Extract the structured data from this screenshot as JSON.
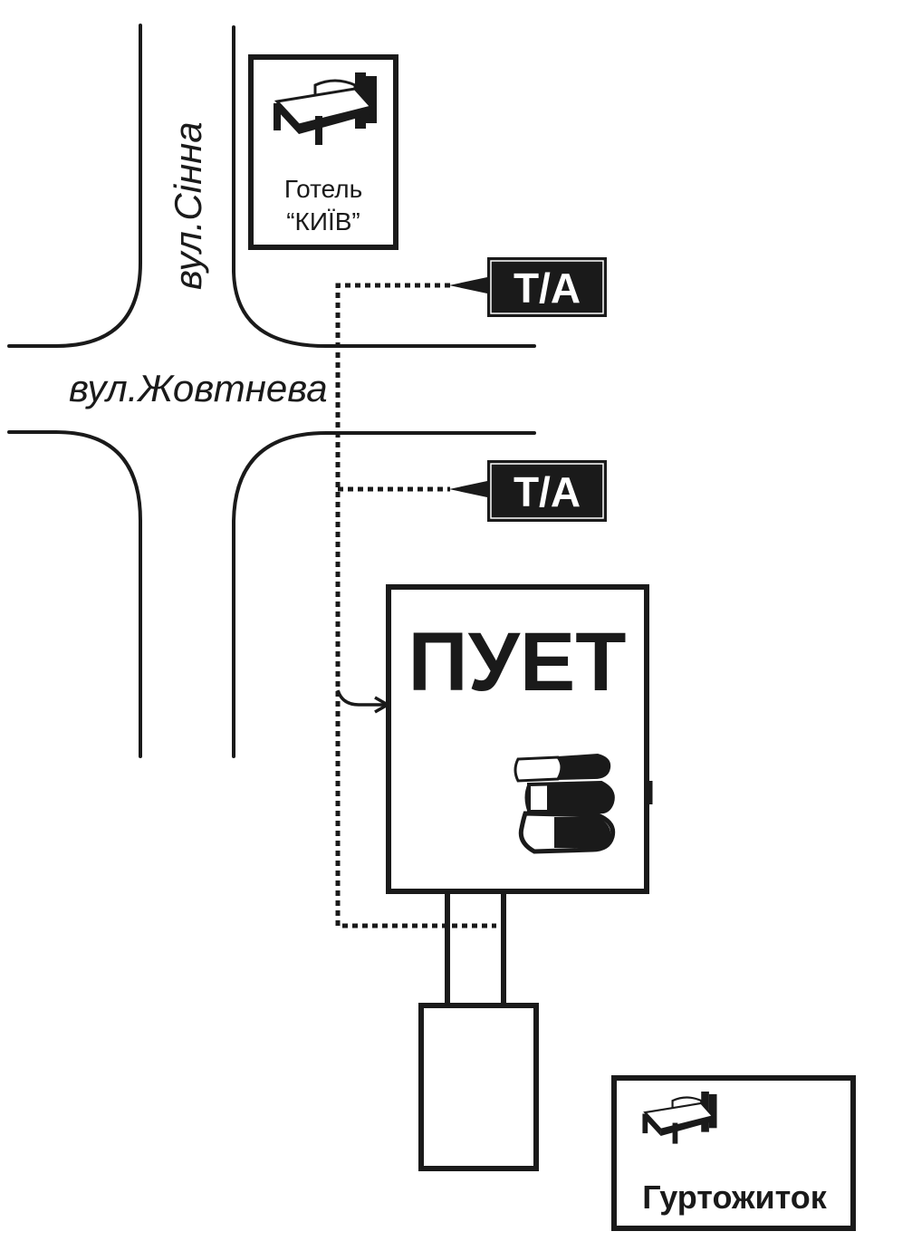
{
  "streets": {
    "sinna": "вул.Сінна",
    "zhovtneva": "вул.Жовтнева"
  },
  "hotel": {
    "name_line1": "Готель",
    "name_line2": "“КИЇВ”",
    "icon": "bed-icon"
  },
  "transport_stops": [
    {
      "label": "Т/А",
      "icon": "arrow-left-icon"
    },
    {
      "label": "Т/А",
      "icon": "arrow-left-icon"
    }
  ],
  "university": {
    "name": "ПУЕТ",
    "icon": "books-icon"
  },
  "dormitory": {
    "name": "Гуртожиток",
    "icon": "bed-icon"
  },
  "colors": {
    "ink": "#1a1a1a",
    "paper": "#ffffff"
  }
}
